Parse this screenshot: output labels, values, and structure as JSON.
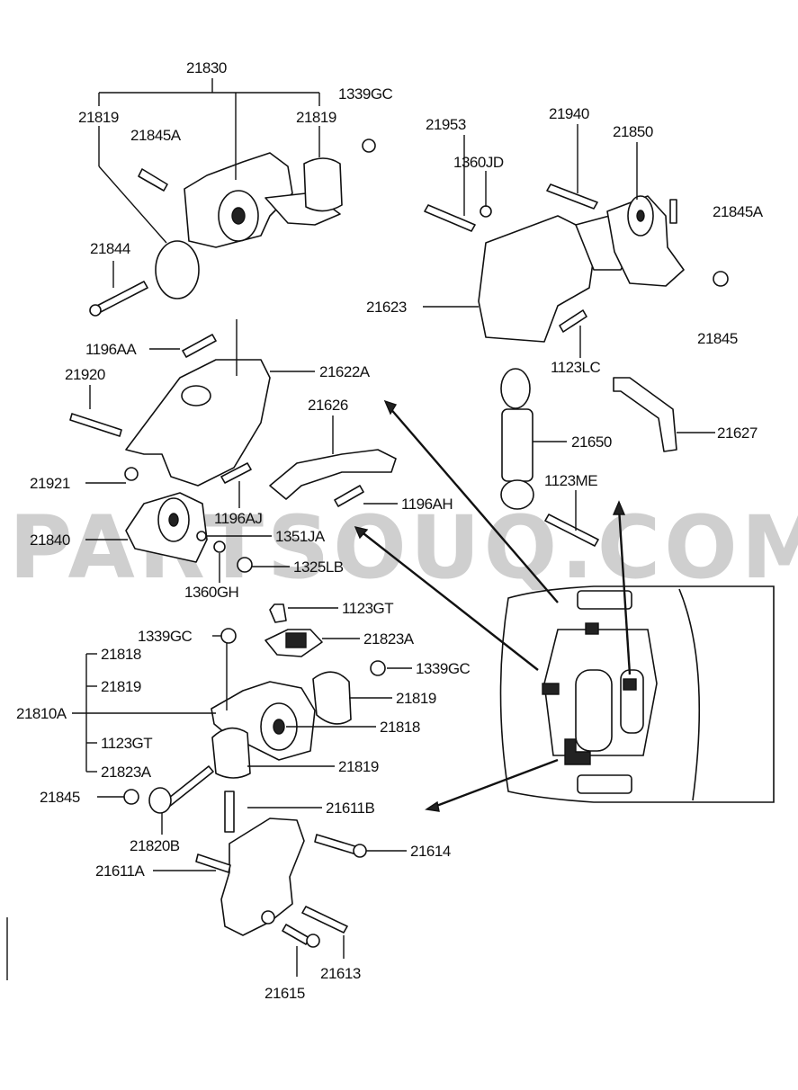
{
  "watermark": "PARTSOUQ.COM",
  "callouts": {
    "c21830": "21830",
    "c21819_tl": "21819",
    "c21845A_tl": "21845A",
    "c21819_tr": "21819",
    "c1339GC_top": "1339GC",
    "c21844": "21844",
    "c21953": "21953",
    "c21940": "21940",
    "c21850": "21850",
    "c1360JD": "1360JD",
    "c21845A_r": "21845A",
    "c21623": "21623",
    "c21845_r": "21845",
    "c1123LC": "1123LC",
    "c1196AA": "1196AA",
    "c21622A": "21622A",
    "c21920": "21920",
    "c21626": "21626",
    "c21650": "21650",
    "c21627": "21627",
    "c21921": "21921",
    "c1123ME": "1123ME",
    "c1196AH": "1196AH",
    "c1196AJ": "1196AJ",
    "c21840": "21840",
    "c1351JA": "1351JA",
    "c1325LB": "1325LB",
    "c1360GH": "1360GH",
    "c1123GT_top": "1123GT",
    "c1339GC_mid": "1339GC",
    "c21823A_top": "21823A",
    "c1339GC_r": "1339GC",
    "c21818_a": "21818",
    "c21819_a": "21819",
    "c21810A": "21810A",
    "c1123GT_b": "1123GT",
    "c21823A_b": "21823A",
    "c21819_r": "21819",
    "c21818_r": "21818",
    "c21819_r2": "21819",
    "c21845_b": "21845",
    "c21820B": "21820B",
    "c21611B": "21611B",
    "c21614": "21614",
    "c21611A": "21611A",
    "c21615": "21615",
    "c21613": "21613"
  }
}
